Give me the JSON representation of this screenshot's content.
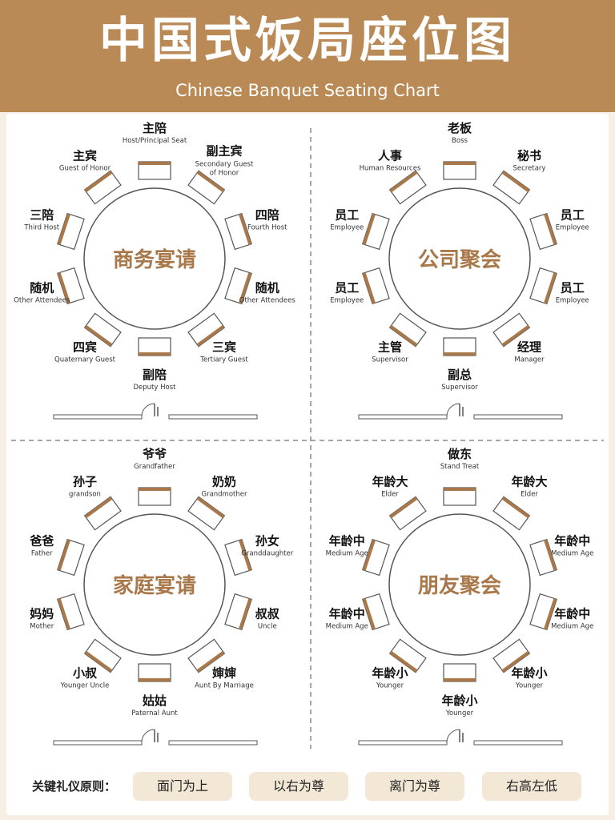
{
  "header": {
    "title": "中国式饭局座位图",
    "subtitle": "Chinese Banquet Seating Chart"
  },
  "colors": {
    "header_bg": "#b98a55",
    "accent": "#a8784a",
    "seat_border": "#555555",
    "divider": "#888888"
  },
  "tables": [
    {
      "center_label": "商务宴请",
      "seats": [
        {
          "zh": "主陪",
          "en": "Host/Principal Seat"
        },
        {
          "zh": "副主宾",
          "en": "Secondary Guest of Honor"
        },
        {
          "zh": "四陪",
          "en": "Fourth Host"
        },
        {
          "zh": "随机",
          "en": "Other Attendees"
        },
        {
          "zh": "三宾",
          "en": "Tertiary Guest"
        },
        {
          "zh": "副陪",
          "en": "Deputy Host"
        },
        {
          "zh": "四宾",
          "en": "Quaternary Guest"
        },
        {
          "zh": "随机",
          "en": "Other Attendees"
        },
        {
          "zh": "三陪",
          "en": "Third Host"
        },
        {
          "zh": "主宾",
          "en": "Guest of Honor"
        }
      ]
    },
    {
      "center_label": "公司聚会",
      "seats": [
        {
          "zh": "老板",
          "en": "Boss"
        },
        {
          "zh": "秘书",
          "en": "Secretary"
        },
        {
          "zh": "员工",
          "en": "Employee"
        },
        {
          "zh": "员工",
          "en": "Employee"
        },
        {
          "zh": "经理",
          "en": "Manager"
        },
        {
          "zh": "副总",
          "en": "Supervisor"
        },
        {
          "zh": "主管",
          "en": "Supervisor"
        },
        {
          "zh": "员工",
          "en": "Employee"
        },
        {
          "zh": "员工",
          "en": "Employee"
        },
        {
          "zh": "人事",
          "en": "Human Resources"
        }
      ]
    },
    {
      "center_label": "家庭宴请",
      "seats": [
        {
          "zh": "爷爷",
          "en": "Grandfather"
        },
        {
          "zh": "奶奶",
          "en": "Grandmother"
        },
        {
          "zh": "孙女",
          "en": "Granddaughter"
        },
        {
          "zh": "叔叔",
          "en": "Uncle"
        },
        {
          "zh": "婶婶",
          "en": "Aunt By Marriage"
        },
        {
          "zh": "姑姑",
          "en": "Paternal Aunt"
        },
        {
          "zh": "小叔",
          "en": "Younger Uncle"
        },
        {
          "zh": "妈妈",
          "en": "Mother"
        },
        {
          "zh": "爸爸",
          "en": "Father"
        },
        {
          "zh": "孙子",
          "en": "grandson"
        }
      ]
    },
    {
      "center_label": "朋友聚会",
      "seats": [
        {
          "zh": "做东",
          "en": "Stand Treat"
        },
        {
          "zh": "年龄大",
          "en": "Elder"
        },
        {
          "zh": "年龄中",
          "en": "Medium Age"
        },
        {
          "zh": "年龄中",
          "en": "Medium Age"
        },
        {
          "zh": "年龄小",
          "en": "Younger"
        },
        {
          "zh": "年龄小",
          "en": "Younger"
        },
        {
          "zh": "年龄小",
          "en": "Younger"
        },
        {
          "zh": "年龄中",
          "en": "Medium Age"
        },
        {
          "zh": "年龄中",
          "en": "Medium Age"
        },
        {
          "zh": "年龄大",
          "en": "Elder"
        }
      ]
    }
  ],
  "rules": {
    "label": "关键礼仪原则：",
    "items": [
      "面门为上",
      "以右为尊",
      "离门为尊",
      "右高左低"
    ]
  }
}
